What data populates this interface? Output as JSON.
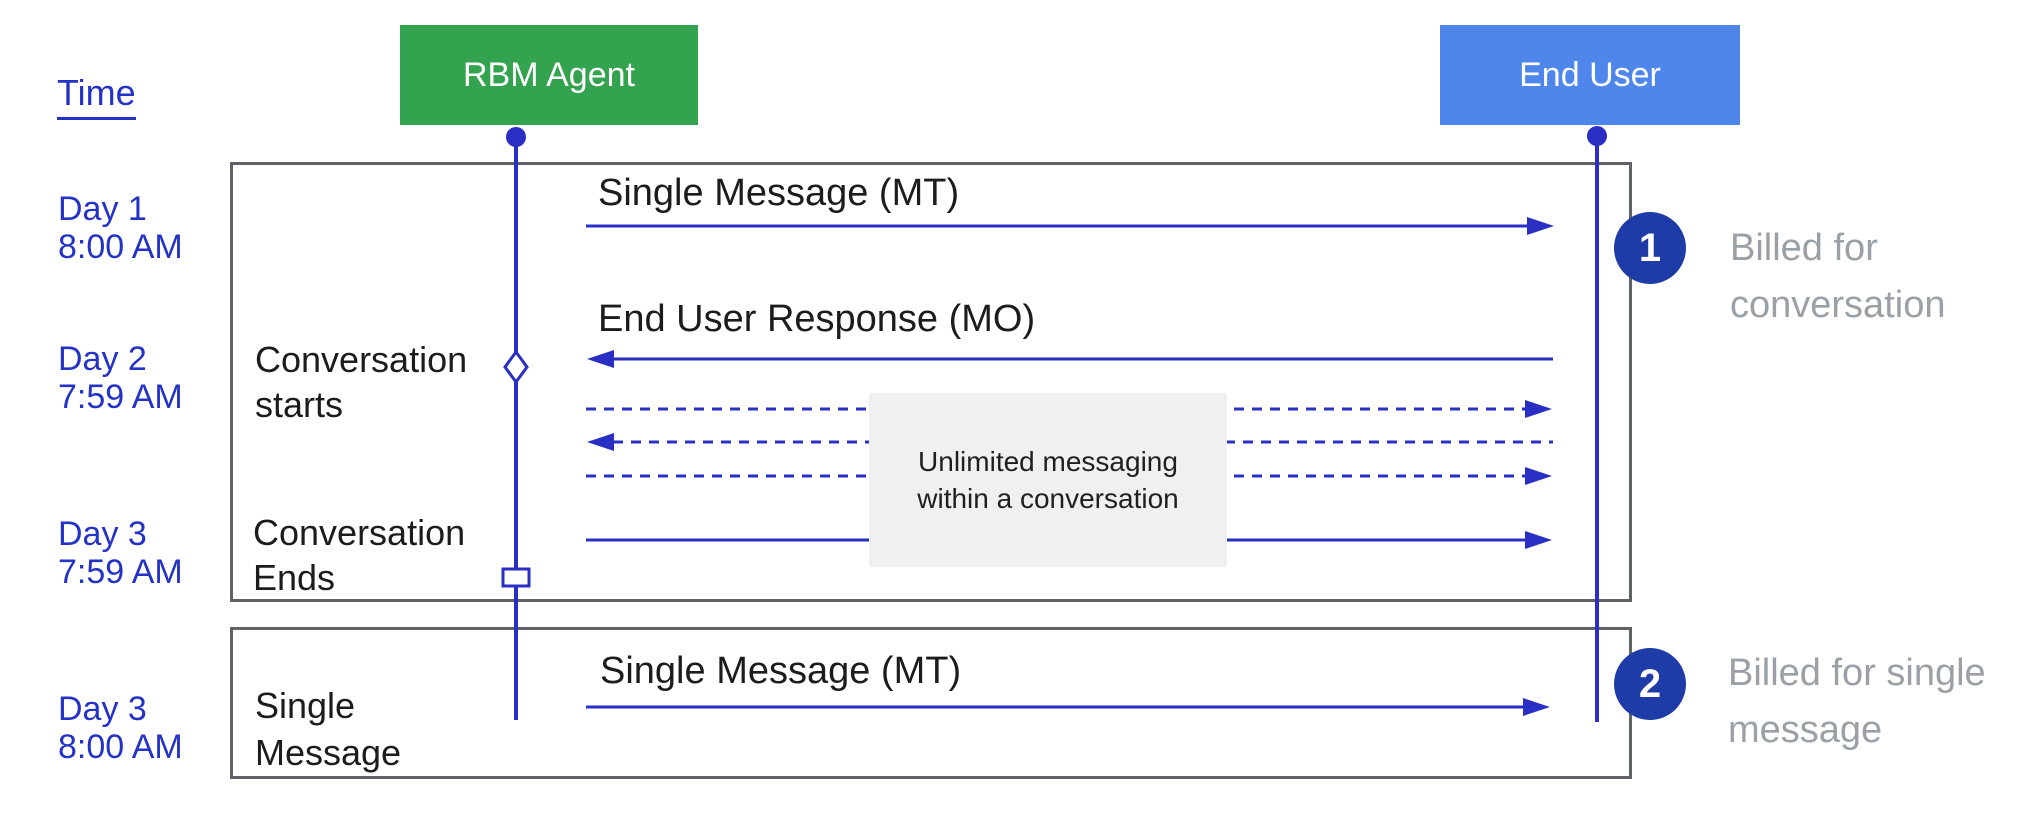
{
  "header": {
    "time_label": "Time"
  },
  "actors": {
    "agent": {
      "label": "RBM Agent"
    },
    "end_user": {
      "label": "End User"
    }
  },
  "timeline": [
    {
      "label": "Day 1\n8:00 AM"
    },
    {
      "label": "Day 2\n7:59 AM"
    },
    {
      "label": "Day 3\n7:59 AM"
    },
    {
      "label": "Day 3\n8:00 AM"
    }
  ],
  "conversation_box": {
    "message_mt": "Single Message (MT)",
    "message_mo": "End User Response (MO)",
    "milestone_start": "Conversation\nstarts",
    "milestone_end": "Conversation\nEnds",
    "note": "Unlimited messaging\nwithin a conversation"
  },
  "single_message_box": {
    "row_label": "Single\nMessage",
    "message_mt": "Single Message (MT)"
  },
  "annotations": [
    {
      "number": "1",
      "text": "Billed for\nconversation"
    },
    {
      "number": "2",
      "text": "Billed for single\nmessage"
    }
  ],
  "colors": {
    "green": "#34A34F",
    "blue": "#4E86EC",
    "badge": "#1E3BA8",
    "line": "#2A2FC4",
    "text_blue": "#2433C6",
    "gray_text": "#9AA0A6",
    "border": "#5F6368",
    "note_bg": "#F0F0F1",
    "black": "#1C1C1C"
  }
}
